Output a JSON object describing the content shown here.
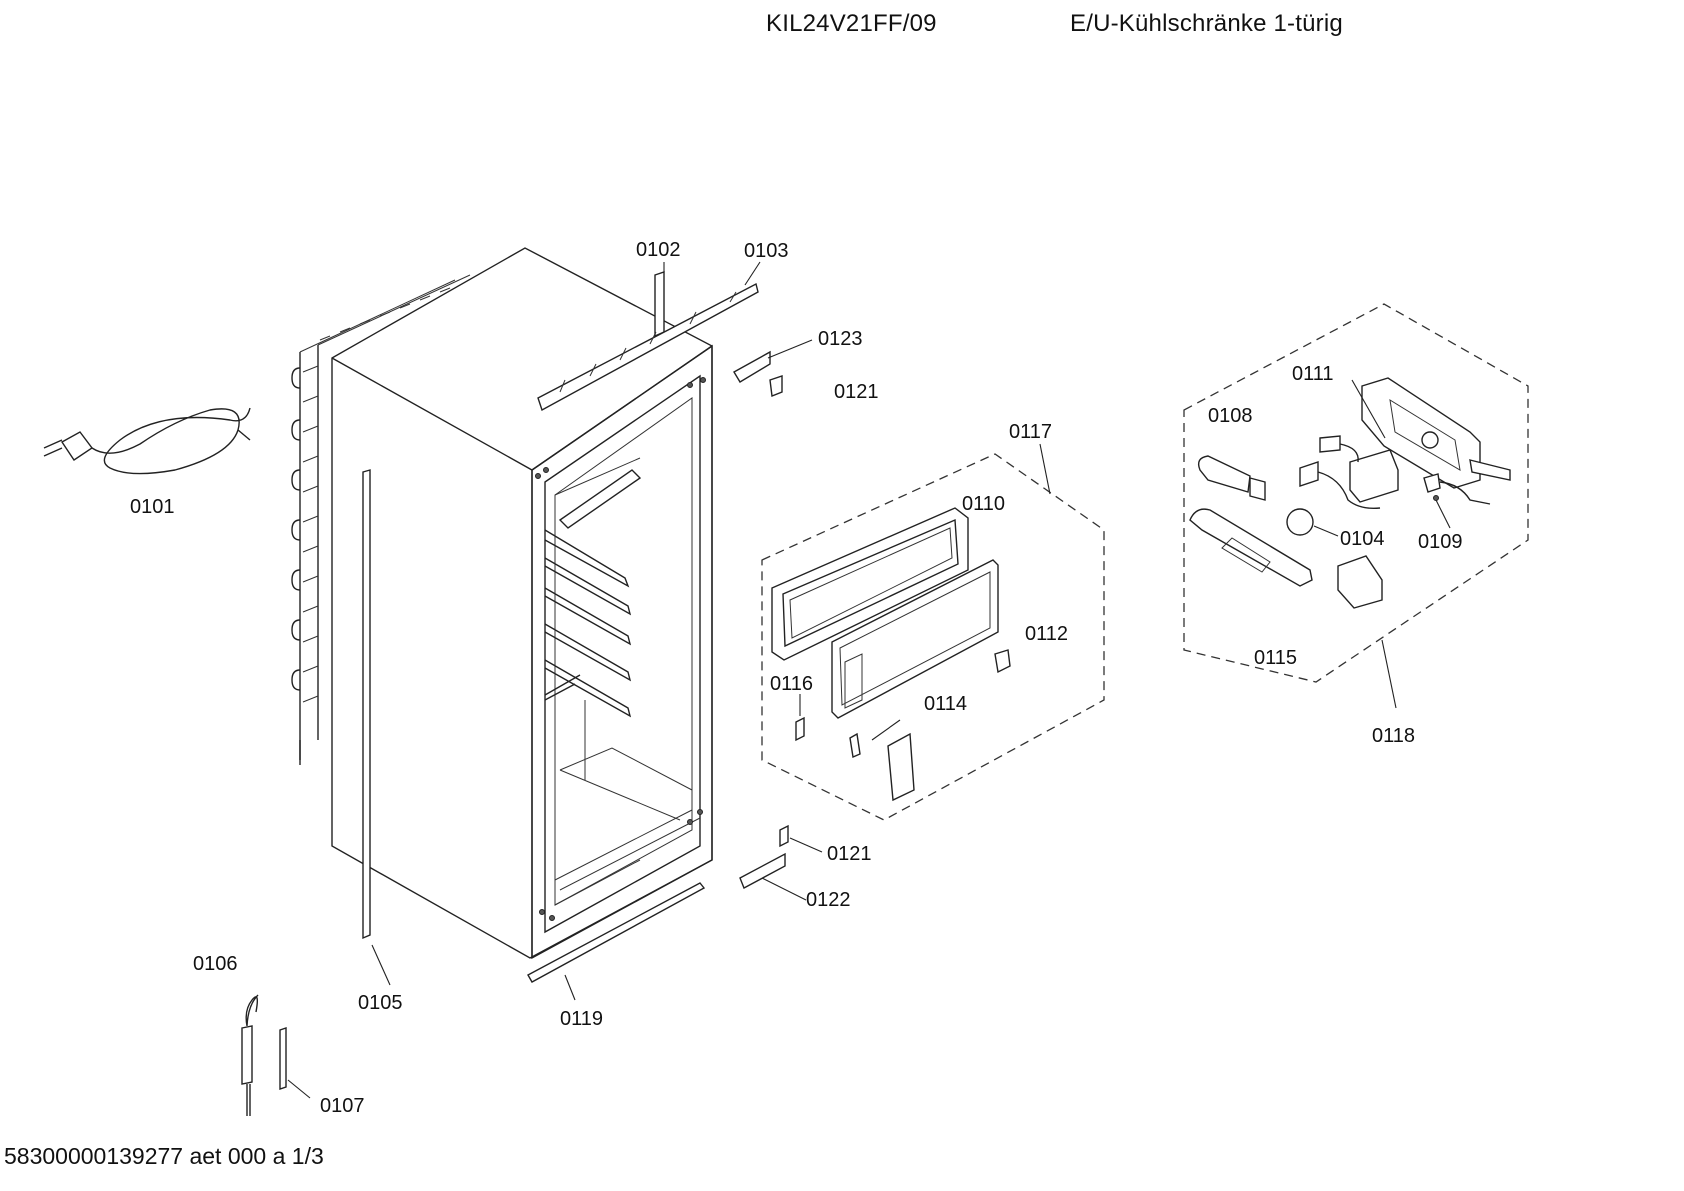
{
  "header": {
    "model": "KIL24V21FF/09",
    "category": "E/U-Kühlschränke 1-türig"
  },
  "footer": {
    "doc_id": "58300000139277 aet 000 a 1/3"
  },
  "parts": {
    "p0101": "0101",
    "p0102": "0102",
    "p0103": "0103",
    "p0104": "0104",
    "p0105": "0105",
    "p0106": "0106",
    "p0107": "0107",
    "p0108": "0108",
    "p0109": "0109",
    "p0110": "0110",
    "p0111": "0111",
    "p0112": "0112",
    "p0114": "0114",
    "p0115": "0115",
    "p0116": "0116",
    "p0117": "0117",
    "p0118": "0118",
    "p0119": "0119",
    "p0121_top": "0121",
    "p0121_bottom": "0121",
    "p0122": "0122",
    "p0123": "0123"
  }
}
